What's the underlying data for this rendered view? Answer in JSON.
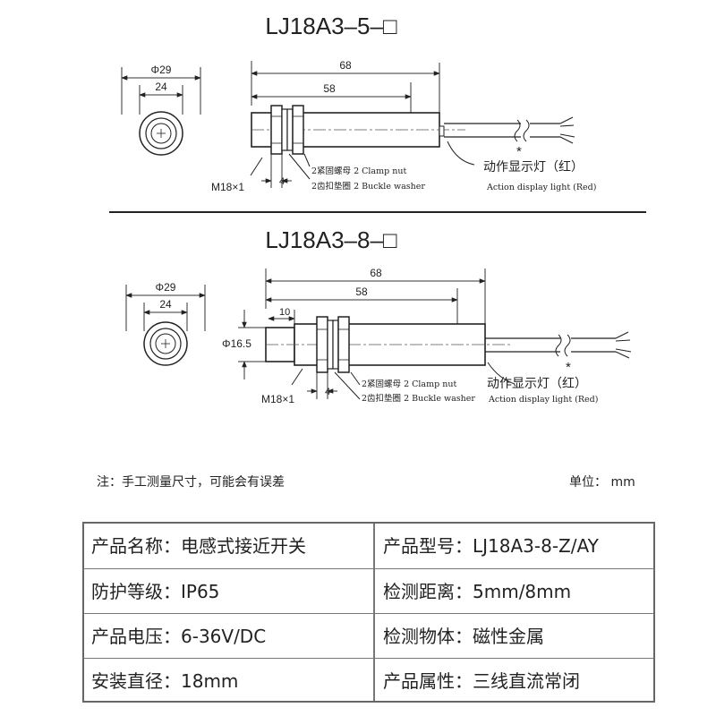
{
  "drawings": [
    {
      "title": "LJ18A3–5–□",
      "dim_phi": "Φ29",
      "dim_hex": "24",
      "dim_total": "68",
      "dim_body": "58",
      "thread": "M18×1",
      "dim_nut": "4",
      "clamp_nut": "2紧固螺母 2 Clamp nut",
      "buckle_washer": "2齿扣垫圈 2 Buckle washer",
      "star": "*",
      "led_label_cn": "动作显示灯（红）",
      "led_label_en": "Action display light (Red)"
    },
    {
      "title": "LJ18A3–8–□",
      "dim_phi": "Φ29",
      "dim_hex": "24",
      "dim_total": "68",
      "dim_body": "58",
      "dim_head": "10",
      "dim_head_dia": "Φ16.5",
      "thread": "M18×1",
      "dim_nut": "4",
      "clamp_nut": "2紧固螺母 2 Clamp nut",
      "buckle_washer": "2齿扣垫圈 2 Buckle washer",
      "star": "*",
      "led_label_cn": "动作显示灯（红）",
      "led_label_en": "Action display light (Red)"
    }
  ],
  "note": "注：手工测量尺寸，可能会有误差",
  "unit": "单位： mm",
  "specs": [
    [
      "产品名称：电感式接近开关",
      "产品型号：LJ18A3-8-Z/AY"
    ],
    [
      "防护等级：IP65",
      "检测距离：5mm/8mm"
    ],
    [
      "产品电压：6-36V/DC",
      "检测物体：磁性金属"
    ],
    [
      "安装直径：18mm",
      "产品属性：三线直流常闭"
    ]
  ]
}
